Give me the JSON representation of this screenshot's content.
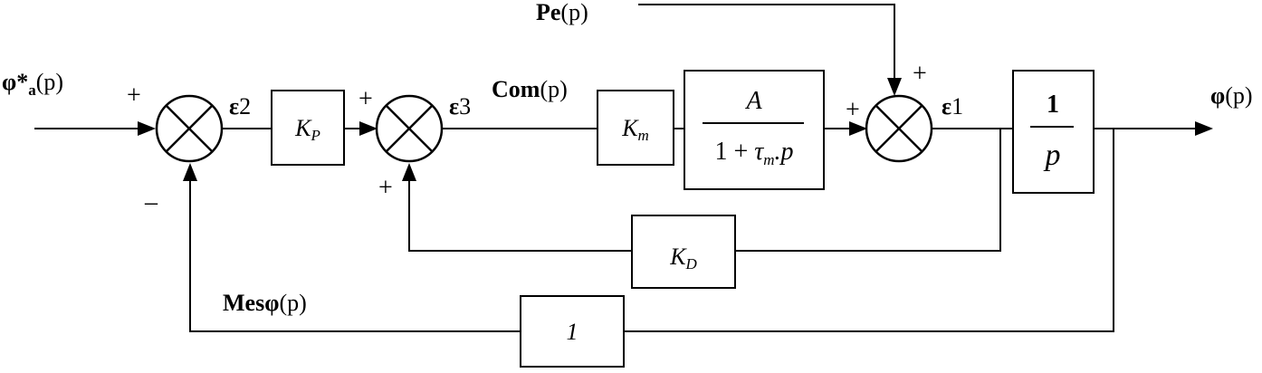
{
  "signals": {
    "input": {
      "base": "φ*",
      "sub": "a",
      "tail": "(p)"
    },
    "output": {
      "base": "φ",
      "tail": "(p)"
    },
    "disturbance": {
      "base": "Pe",
      "tail": "(p)"
    },
    "command": {
      "base": "Com",
      "tail": "(p)"
    },
    "measure": {
      "base": "Mesφ",
      "tail": "(p)"
    }
  },
  "errors": {
    "e2": {
      "sym": "ε",
      "idx": "2"
    },
    "e3": {
      "sym": "ε",
      "idx": "3"
    },
    "e1": {
      "sym": "ε",
      "idx": "1"
    }
  },
  "signs": {
    "sum1_in": "+",
    "sum1_fb": "–",
    "sum2_in": "+",
    "sum2_fb": "+",
    "sum3_in": "+",
    "sum3_dist": "+"
  },
  "blocks": {
    "kp": {
      "sym": "K",
      "sub": "P"
    },
    "km": {
      "sym": "K",
      "sub": "m"
    },
    "plant": {
      "num": "A",
      "den_const": "1 +",
      "den_tau": "τ",
      "den_tau_sub": "m",
      "den_tail": ".p"
    },
    "integrator": {
      "num": "1",
      "den": "p"
    },
    "kd": {
      "sym": "K",
      "sub": "D"
    },
    "unity": {
      "value": "1"
    }
  }
}
